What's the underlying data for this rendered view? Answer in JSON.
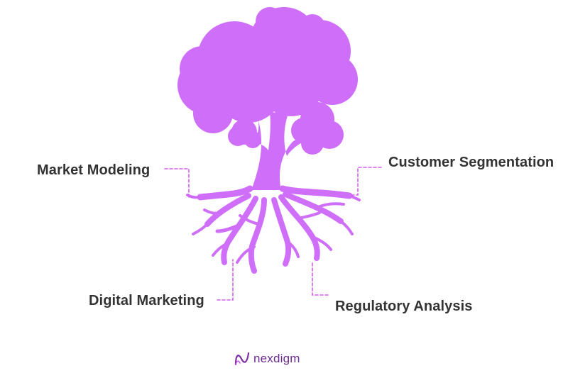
{
  "diagram": {
    "labels": {
      "market_modeling": "Market Modeling",
      "customer_segmentation": "Customer Segmentation",
      "digital_marketing": "Digital Marketing",
      "regulatory_analysis": "Regulatory Analysis"
    }
  },
  "brand": {
    "name": "nexdigm"
  },
  "colors": {
    "tree": "#CE6EF9",
    "connector": "#D45EEF",
    "label_text": "#333333",
    "brand_text": "#6A2C91"
  },
  "icons": {
    "tree": "tree-with-roots-icon",
    "brand": "nexdigm-logo-icon"
  }
}
